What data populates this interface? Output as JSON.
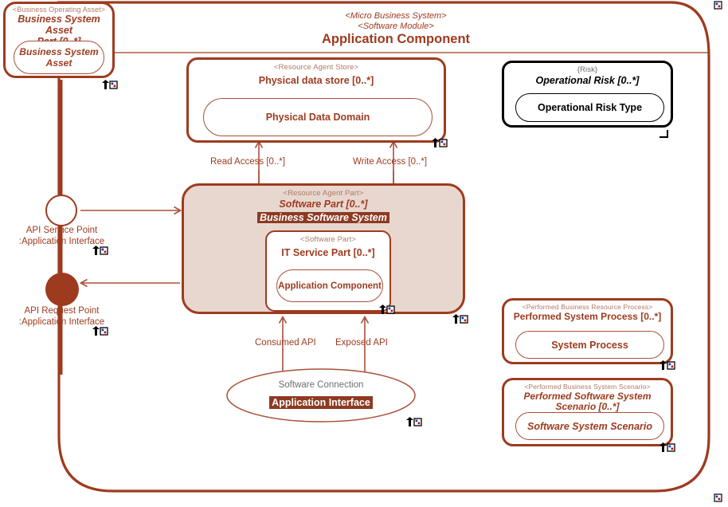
{
  "diagram": {
    "kind": "archimate-uml-component-diagram",
    "accent": "#9e3b1f",
    "fill": "#e8d7cf",
    "header": {
      "stereotype_1": "<Micro Business System>",
      "stereotype_2": "<Software Module>",
      "title": "Application Component"
    }
  },
  "nodes": {
    "business_asset_part": {
      "stereotype": "<Business Operating Asset>",
      "name_line1": "Business System Asset",
      "name_line2": "Part [0..*]",
      "inner": "Business System Asset"
    },
    "physical_data_store": {
      "stereotype": "<Resource Agent Store>",
      "name": "Physical data store [0..*]",
      "inner": "Physical Data Domain"
    },
    "operational_risk": {
      "stereotype": "{Risk}",
      "name": "Operational Risk [0..*]",
      "inner": "Operational Risk Type"
    },
    "software_part": {
      "stereotype": "<Resource Agent Part>",
      "name": "Software Part [0..*]",
      "highlight": "Business Software System"
    },
    "it_service_part": {
      "stereotype": "<Software Part>",
      "name": "IT Service Part [0..*]",
      "inner": "Application Component"
    },
    "performed_system_process": {
      "stereotype": "<Performed Business Resource Process>",
      "name": "Performed System Process [0..*]",
      "inner": "System Process"
    },
    "performed_software_scenario": {
      "stereotype": "<Performed Business System Scenario>",
      "name": "Performed Software System Scenario [0..*]",
      "inner": "Software System Scenario"
    },
    "software_connection": {
      "name": "Software Connection",
      "highlight": "Application Interface"
    }
  },
  "ports": {
    "api_service_point": {
      "line1": "API Service Point",
      "line2": ":Application Interface"
    },
    "api_request_point": {
      "line1": "API Request Point",
      "line2": ":Application Interface"
    }
  },
  "connector_labels": {
    "read_access": "Read Access [0..*]",
    "write_access": "Write Access [0..*]",
    "consumed_api": "Consumed API",
    "exposed_api": "Exposed API"
  },
  "icons": {
    "corner_marker": "anchor-tag-icon"
  }
}
